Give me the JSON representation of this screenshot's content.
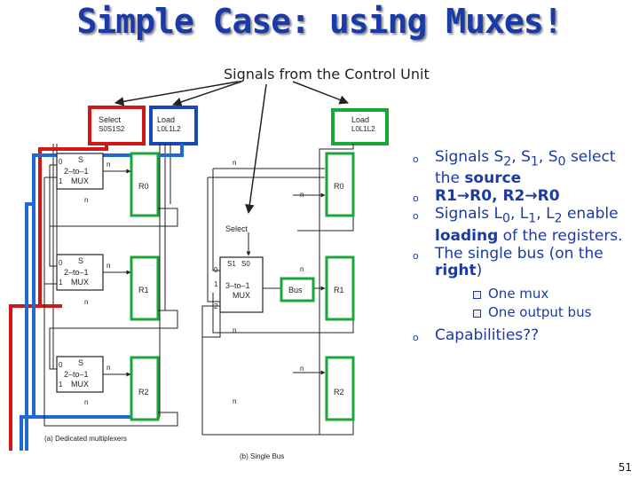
{
  "title": "Simple Case: using Muxes!",
  "subtitle": "Signals from the Control Unit",
  "diagram": {
    "select_label": "Select",
    "select_bits": "S0S1S2",
    "load_label": "Load",
    "load_bits": "L0L1L2",
    "mux_2to1_line1": "2–to–1",
    "mux_label": "MUX",
    "mux_3to1_line1": "3–to–1",
    "s_label": "S",
    "s1_label": "S1",
    "s0_label": "S0",
    "in0": "0",
    "in1": "1",
    "in2": "2",
    "n_label": "n",
    "r0": "R0",
    "r1": "R1",
    "r2": "R2",
    "bus_label": "Bus",
    "caption_a": "(a) Dedicated multiplexers",
    "caption_b": "(b) Single Bus",
    "colors": {
      "red": "#d01818",
      "blue": "#1a46b8",
      "green": "#18a838",
      "wire_blue": "#1e6ad0"
    }
  },
  "bullets": {
    "b1": {
      "text1": "Signals S",
      "sub2": "2",
      "c1": ", S",
      "sub1": "1",
      "c2": ", S",
      "sub0": "0",
      "text2": " select the ",
      "bold": "source"
    },
    "b2": {
      "bold": "R1→R0, R2→R0"
    },
    "b3": {
      "text1": "Signals L",
      "sub0": "0",
      "c1": ", L",
      "sub1": "1",
      "c2": ", L",
      "sub2": "2",
      "text2": " enable ",
      "bold": "loading",
      "text3": " of the registers."
    },
    "b4": {
      "text1": "The single bus (on the ",
      "bold": "right",
      "text2": ")"
    },
    "sub": [
      "One mux",
      "One output bus"
    ],
    "b5": {
      "text": "Capabilities??"
    }
  },
  "page_number": "51"
}
